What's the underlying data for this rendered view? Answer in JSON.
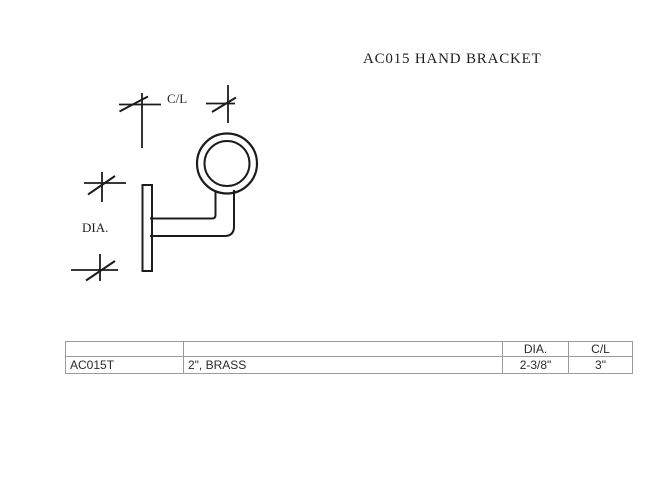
{
  "page": {
    "background_color": "#ffffff",
    "line_color": "#1c1c1c",
    "table_border_color": "#9b9b9b"
  },
  "title": "AC015 HAND BRACKET",
  "drawing": {
    "cl_label": "C/L",
    "dia_label": "DIA."
  },
  "table": {
    "header": [
      "",
      "",
      "DIA.",
      "C/L"
    ],
    "rows": [
      [
        "AC015T",
        "2\", BRASS",
        "2-3/8\"",
        "3\""
      ]
    ]
  }
}
